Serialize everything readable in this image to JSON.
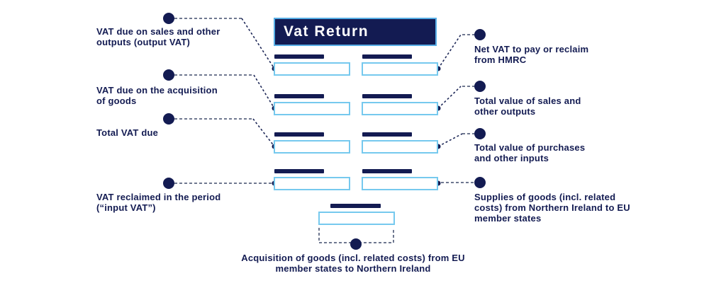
{
  "title": "Vat Return",
  "colors": {
    "navy": "#131b52",
    "title_border": "#57aee6",
    "field_border": "#76c9ee",
    "connector_gray": "#6f7890",
    "background": "#ffffff"
  },
  "left_labels": [
    {
      "text": "VAT due on sales and other\noutputs (output VAT)"
    },
    {
      "text": "VAT due on the acquisition\nof goods"
    },
    {
      "text": "Total VAT due"
    },
    {
      "text": "VAT reclaimed in the period\n(“input VAT”)"
    }
  ],
  "right_labels": [
    {
      "text": "Net VAT to pay or reclaim\nfrom HMRC"
    },
    {
      "text": "Total value of sales and\nother outputs"
    },
    {
      "text": "Total value of purchases\nand other inputs"
    },
    {
      "text": "Supplies of goods (incl. related\ncosts) from Northern Ireland to EU\nmember states"
    }
  ],
  "bottom_label": {
    "text": "Acquisition of goods (incl. related costs) from EU\nmember states to Northern Ireland"
  },
  "form_fields": [
    {
      "value": ""
    },
    {
      "value": ""
    },
    {
      "value": ""
    },
    {
      "value": ""
    },
    {
      "value": ""
    },
    {
      "value": ""
    },
    {
      "value": ""
    },
    {
      "value": ""
    },
    {
      "value": ""
    }
  ]
}
